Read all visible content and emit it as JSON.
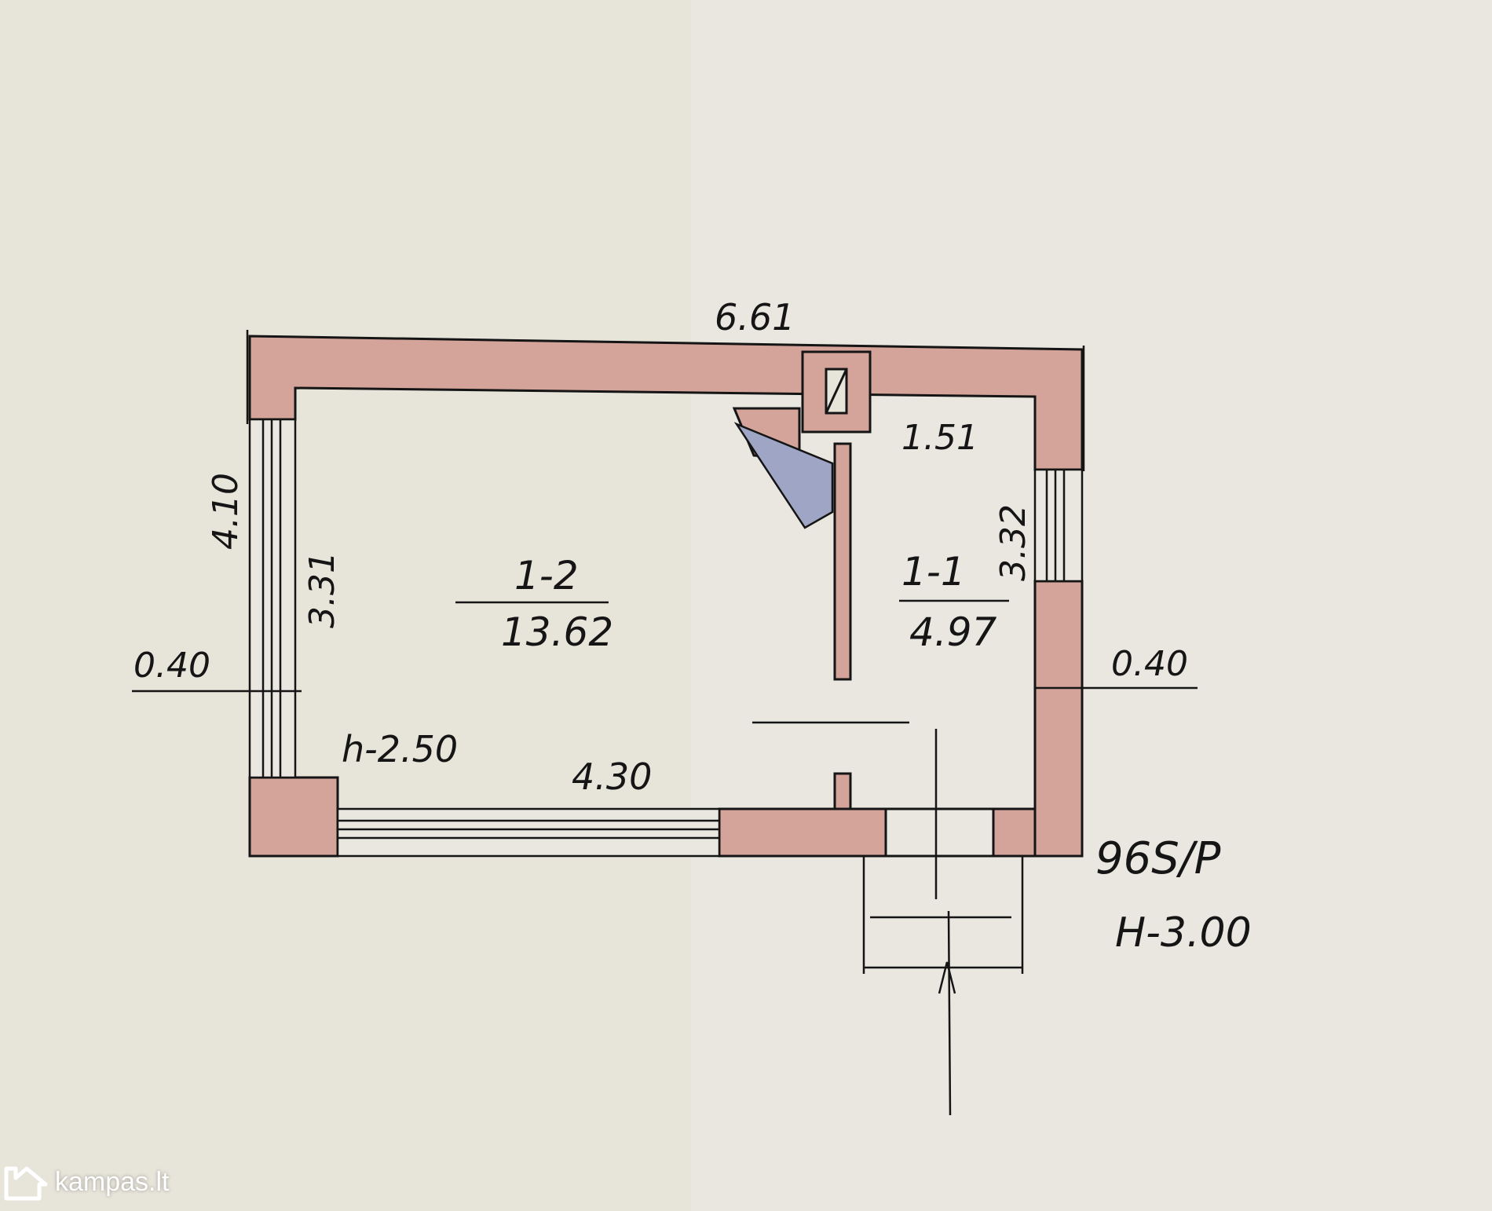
{
  "plan": {
    "dimensions": {
      "overall_length": "6.61",
      "overall_width": "4.10",
      "room_width": "3.31",
      "small_room_width": "3.32",
      "small_room_length": "1.51",
      "inner_length": "4.30",
      "wall_left": "0.40",
      "wall_right": "0.40"
    },
    "rooms": [
      {
        "code": "1-2",
        "area": "13.62",
        "height": "h-2.50"
      },
      {
        "code": "1-1",
        "area": "4.97"
      }
    ],
    "building": {
      "code": "96S/P",
      "height": "H-3.00"
    },
    "colors": {
      "wall": "#d4a49a",
      "door": "#9fa5c4",
      "ink": "#151515",
      "paper": "#e7e4da"
    }
  },
  "watermark": {
    "text": "kampas.lt",
    "icon": "house-icon"
  }
}
